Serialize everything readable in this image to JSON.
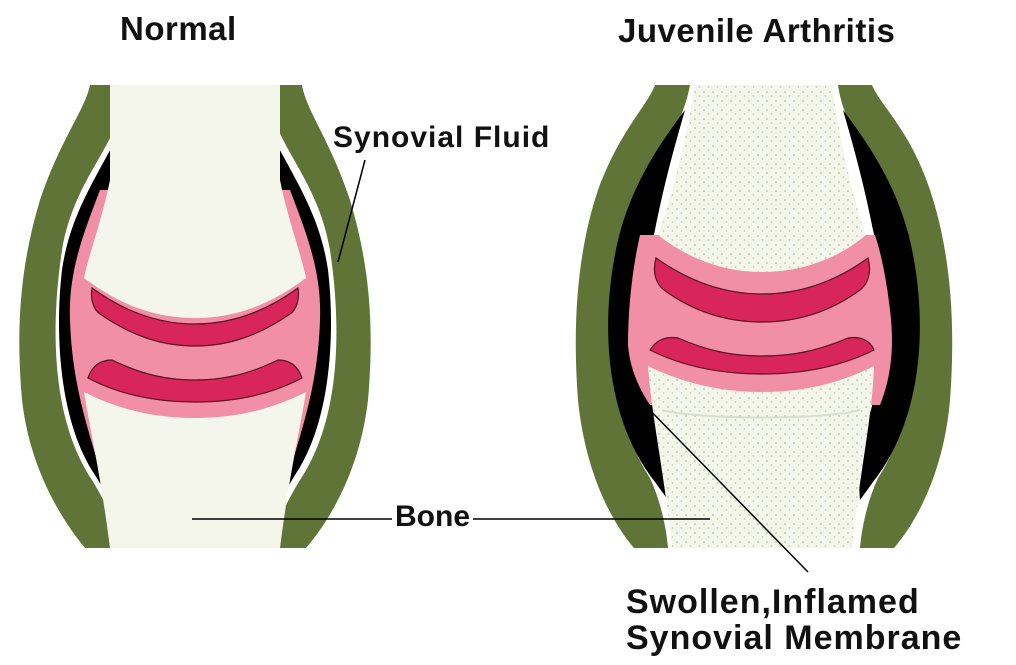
{
  "titles": {
    "normal": "Normal",
    "affected": "Juvenile Arthritis"
  },
  "labels": {
    "synovial_fluid": "Synovial Fluid",
    "bone": "Bone",
    "membrane_line1": "Swollen,Inflamed",
    "membrane_line2": "Synovial Membrane"
  },
  "colors": {
    "capsule": "#5f7436",
    "cavity": "#000000",
    "synovial_fluid": "#f08fa6",
    "cartilage": "#d8265b",
    "bone": "#f4f6ec",
    "bone_dots": "#b9c7a0"
  }
}
